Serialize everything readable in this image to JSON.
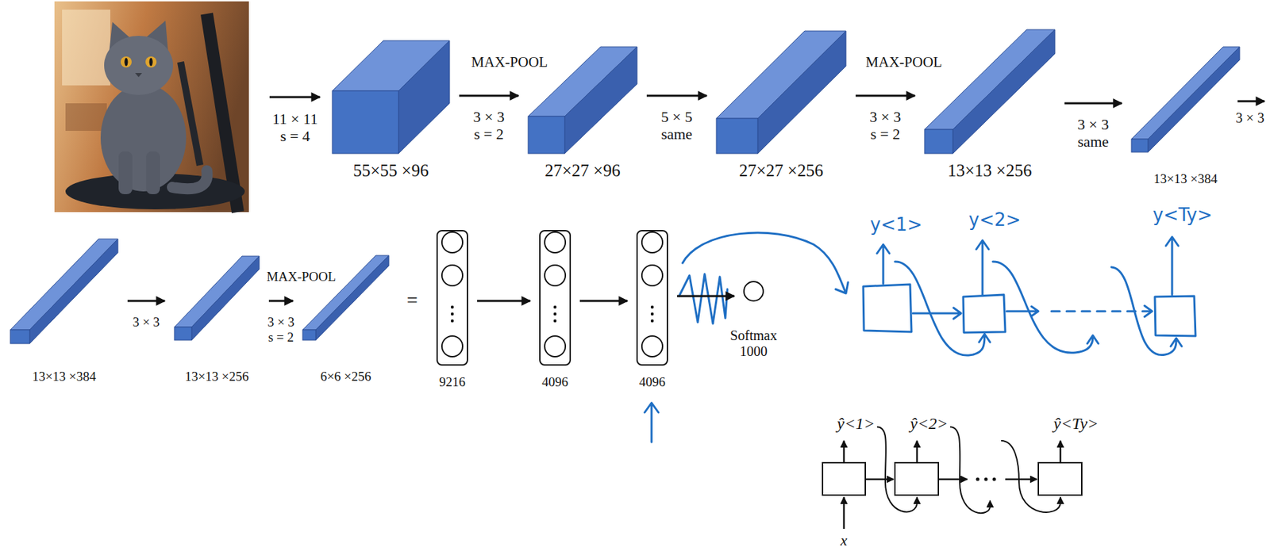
{
  "diagram": {
    "nodes": [
      {
        "text": [
          "55×55 ×96"
        ]
      },
      {
        "text": [
          "27×27 ×96"
        ]
      },
      {
        "text": [
          "27×27 ×256"
        ]
      },
      {
        "text": [
          "13×13 ×256"
        ]
      },
      {
        "text": [
          "13×13 ×384"
        ]
      },
      {
        "text": [
          "13×13 ×384"
        ]
      },
      {
        "text": [
          "13×13 ×256"
        ]
      },
      {
        "text": [
          "6×6 ×256"
        ]
      },
      {
        "text": [
          "9216"
        ]
      },
      {
        "text": [
          "4096"
        ]
      },
      {
        "text": [
          "4096"
        ]
      },
      {
        "text": [
          "Softmax 1000"
        ]
      }
    ],
    "edges": [
      {
        "from": 0,
        "to": 1,
        "arrow": "to",
        "label": "3 × 3 s = 2"
      },
      {
        "from": 1,
        "to": 2,
        "arrow": "to",
        "label": "5 × 5 same"
      },
      {
        "from": 2,
        "to": 3,
        "arrow": "to",
        "label": "3 × 3 s = 2"
      },
      {
        "from": 3,
        "to": 4,
        "arrow": "to",
        "label": "3 × 3 same"
      },
      {
        "from": 5,
        "to": 6,
        "arrow": "to",
        "label": "3 × 3"
      },
      {
        "from": 6,
        "to": 7,
        "arrow": "to",
        "label": "3 × 3 s = 2"
      },
      {
        "from": 8,
        "to": 9,
        "arrow": "to"
      },
      {
        "from": 9,
        "to": 10,
        "arrow": "to"
      },
      {
        "from": 10,
        "to": 11,
        "arrow": "to"
      }
    ],
    "labels": [
      "11 × 11 s = 4",
      "MAX-POOL",
      "MAX-POOL",
      "3 × 3",
      "MAX-POOL",
      "=",
      "y<1>",
      "y<2>",
      "y<Ty>",
      "ŷ<1>",
      "ŷ<2>",
      "ŷ<Ty>",
      "x"
    ]
  }
}
